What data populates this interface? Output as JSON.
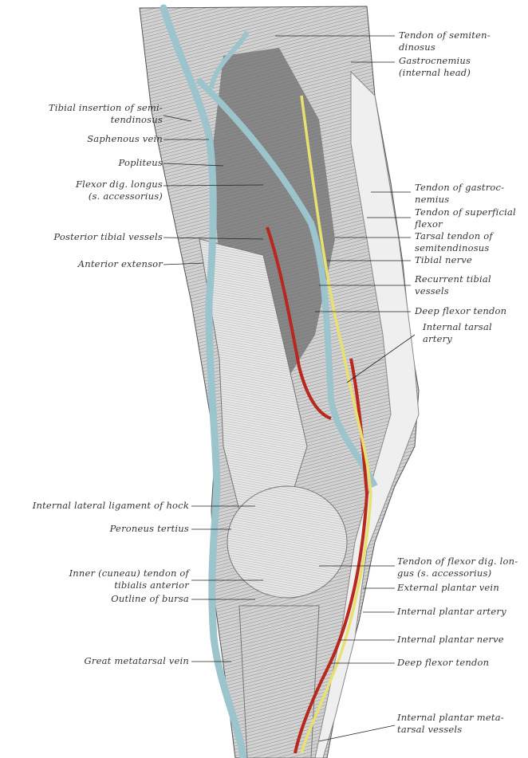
{
  "colors": {
    "vein": "#9cc4cc",
    "artery": "#b8281e",
    "nerve": "#e8e070",
    "tissue": "#c9c9c9",
    "bone": "#e4e4e4"
  },
  "labels_left": {
    "tibial_insertion": [
      "Tibial insertion of semi-",
      "tendinosus"
    ],
    "saphenous_vein": [
      "Saphenous vein"
    ],
    "popliteus": [
      "Popliteus"
    ],
    "flexor_dig_longus": [
      "Flexor dig. longus",
      "(s. accessorius)"
    ],
    "posterior_tibial_vessels": [
      "Posterior tibial vessels"
    ],
    "anterior_extensor": [
      "Anterior extensor"
    ],
    "internal_lateral_ligament": [
      "Internal lateral ligament of hock"
    ],
    "peroneus_tertius": [
      "Peroneus tertius"
    ],
    "inner_cunean_tendon": [
      "Inner (cuneau) tendon of",
      "tibialis anterior"
    ],
    "outline_of_bursa": [
      "Outline of bursa"
    ],
    "great_metatarsal_vein": [
      "Great metatarsal vein"
    ]
  },
  "labels_right": {
    "tendon_semitendinosus": [
      "Tendon of semiten-",
      "dinosus"
    ],
    "gastrocnemius": [
      "Gastrocnemius",
      "(internal head)"
    ],
    "tendon_gastrocnemius": [
      "Tendon of gastroc-",
      "nemius"
    ],
    "tendon_superficial_flexor": [
      "Tendon of superficial",
      "flexor"
    ],
    "tarsal_tendon": [
      "Tarsal tendon of",
      "semitendinosus"
    ],
    "tibial_nerve": [
      "Tibial nerve"
    ],
    "recurrent_tibial": [
      "Recurrent tibial",
      "vessels"
    ],
    "deep_flexor_tendon_1": [
      "Deep flexor tendon"
    ],
    "internal_tarsal_artery": [
      "Internal tarsal",
      "artery"
    ],
    "tendon_flexor_dig": [
      "Tendon of flexor dig. lon-",
      "gus (s. accessorius)"
    ],
    "external_plantar_vein": [
      "External plantar vein"
    ],
    "internal_plantar_artery": [
      "Internal plantar artery"
    ],
    "internal_plantar_nerve": [
      "Internal plantar nerve"
    ],
    "deep_flexor_tendon_2": [
      "Deep flexor tendon"
    ],
    "internal_plantar_metatarsal": [
      "Internal plantar meta-",
      "tarsal vessels"
    ]
  }
}
